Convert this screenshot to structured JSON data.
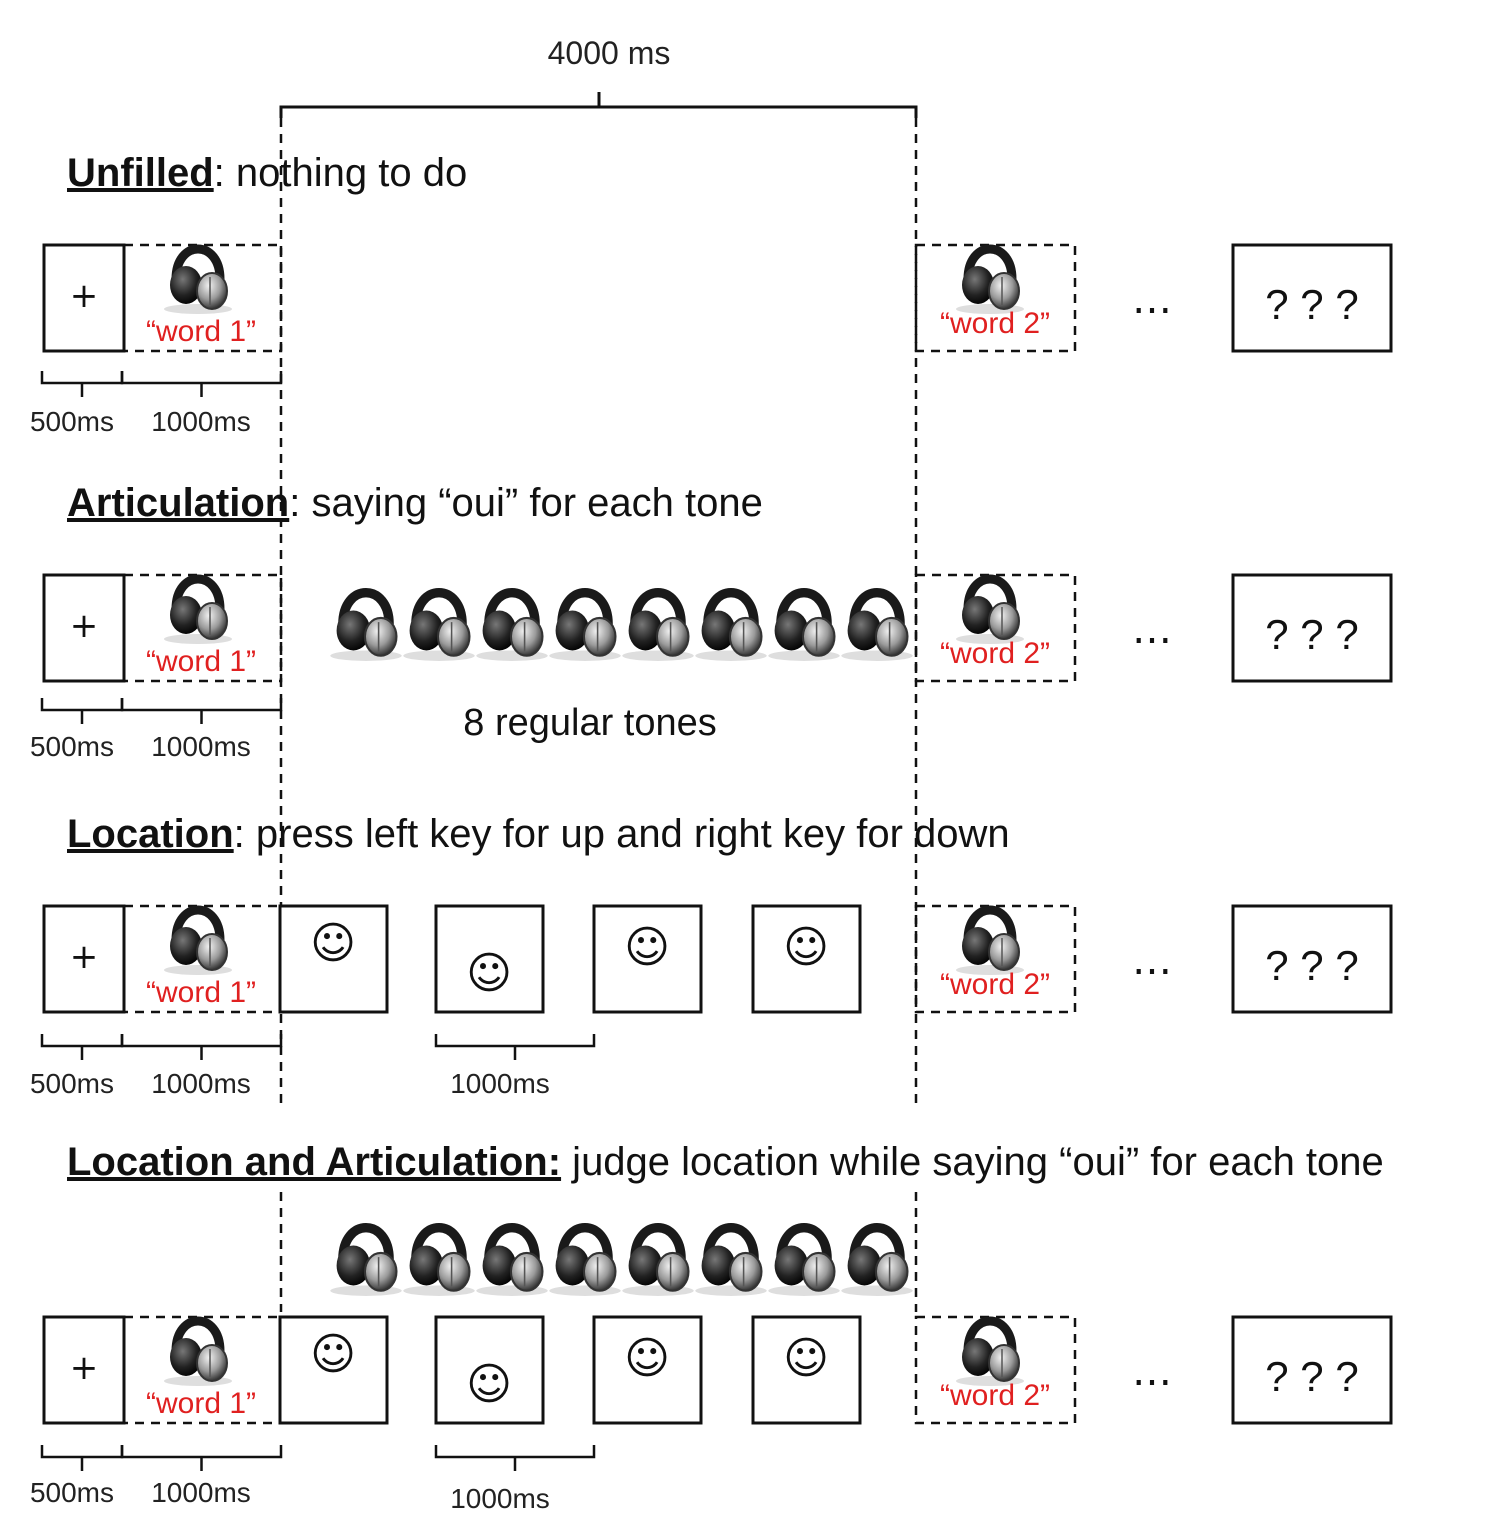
{
  "total_interval_label": "4000 ms",
  "fixation_symbol": "+",
  "smiley_symbol": "☺",
  "ellipsis_symbol": "…",
  "question_label": "? ? ?",
  "word1_label": "“word 1”",
  "word2_label": "“word 2”",
  "fixation_duration": "500ms",
  "word_duration": "1000ms",
  "smiley_duration": "1000ms",
  "tones_label": "8 regular tones",
  "icon": "headphones-icon",
  "conditions": [
    {
      "name": "Unfilled",
      "separator": ":",
      "description": " nothing to do"
    },
    {
      "name": "Articulation",
      "separator": ":",
      "description": " saying “oui” for each tone"
    },
    {
      "name": "Location",
      "separator": ":",
      "description": " press left key for up and right key for down"
    },
    {
      "name": "Location and Articulation:",
      "separator": "",
      "description": " judge location while saying “oui” for each tone"
    }
  ],
  "colors": {
    "word": "#e02020",
    "ink": "#111111"
  }
}
